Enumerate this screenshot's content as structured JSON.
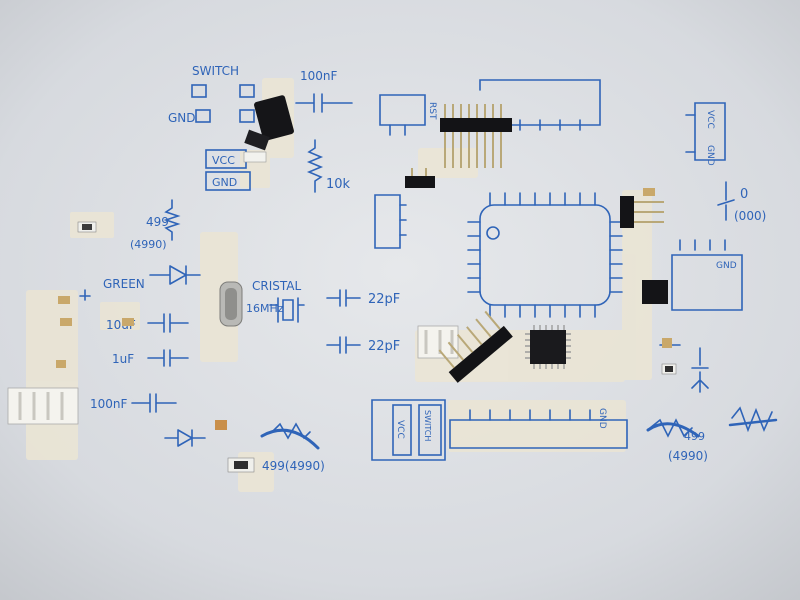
{
  "photo": {
    "paper_color": "#dfe2e6",
    "ink_color": "#2f64b8",
    "tape_color": "#ece6d6",
    "component_color": "#1c1c1e"
  },
  "labels": {
    "switch": "SWITCH",
    "gnd_left": "GND",
    "vcc_box": "VCC",
    "gnd_box": "GND",
    "cap_100nf_top": "100nF",
    "res_10k": "10k",
    "rst": "RST",
    "vcc_right": "VCC",
    "gnd_right": "GND",
    "res_0": "0",
    "res_0_paren": "(000)",
    "res_499_left": "499",
    "res_499_left_paren": "(4990)",
    "green": "GREEN",
    "crystal": "CRISTAL",
    "crystal_freq": "16MHz",
    "cap_22pf_a": "22pF",
    "cap_22pf_b": "22pF",
    "cap_10uf": "10uF",
    "cap_1uf": "1uF",
    "cap_100nf_low": "100nF",
    "res_499_bottom": "499(4990)",
    "gnd_header": "GND",
    "header_vcc": "VCC",
    "header_switch": "SWITCH",
    "header_gnd": "GND",
    "res_499_right": "499",
    "res_499_right_paren": "(4990)"
  }
}
